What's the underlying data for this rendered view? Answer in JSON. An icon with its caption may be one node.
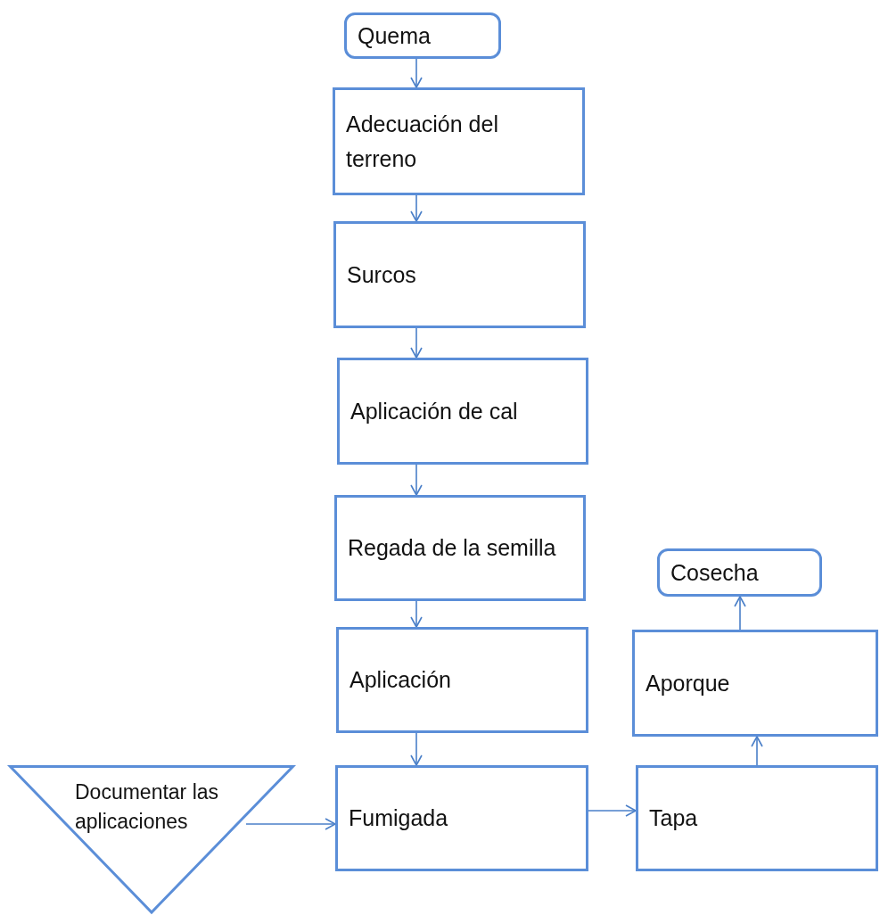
{
  "diagram": {
    "nodes": [
      {
        "text": [
          "Quema"
        ]
      },
      {
        "text": [
          "Adecuación del terreno"
        ]
      },
      {
        "text": [
          "Surcos"
        ]
      },
      {
        "text": [
          "Aplicación de cal"
        ]
      },
      {
        "text": [
          "Regada de la semilla"
        ]
      },
      {
        "text": [
          "Aplicación"
        ]
      },
      {
        "text": [
          "Fumigada"
        ]
      },
      {
        "text": [
          "Documentar las aplicaciones"
        ]
      },
      {
        "text": [
          "Tapa"
        ]
      },
      {
        "text": [
          "Aporque"
        ]
      },
      {
        "text": [
          "Cosecha"
        ]
      }
    ],
    "edges": [
      {
        "from": 0,
        "to": 1,
        "arrow": "to"
      },
      {
        "from": 1,
        "to": 2,
        "arrow": "to"
      },
      {
        "from": 2,
        "to": 3,
        "arrow": "to"
      },
      {
        "from": 3,
        "to": 4,
        "arrow": "to"
      },
      {
        "from": 4,
        "to": 5,
        "arrow": "to"
      },
      {
        "from": 5,
        "to": 6,
        "arrow": "to"
      },
      {
        "from": 7,
        "to": 6,
        "arrow": "to"
      },
      {
        "from": 6,
        "to": 8,
        "arrow": "to"
      },
      {
        "from": 8,
        "to": 9,
        "arrow": "to"
      },
      {
        "from": 9,
        "to": 10,
        "arrow": "to"
      }
    ]
  }
}
